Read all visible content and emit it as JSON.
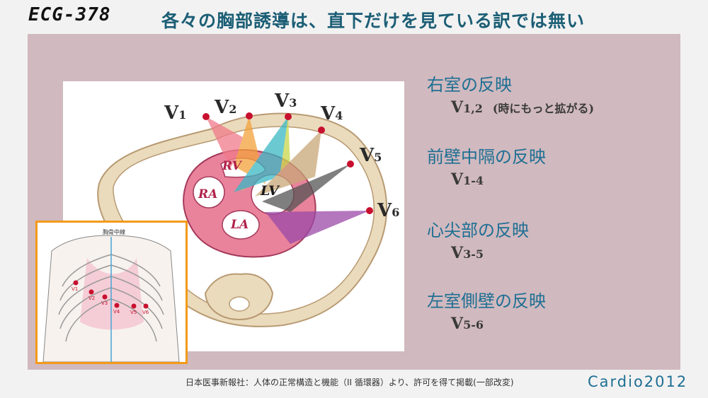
{
  "slide": {
    "id": "ECG-378",
    "title": "各々の胸部誘導は、直下だけを見ている訳では無い"
  },
  "diagram": {
    "leads": [
      {
        "label": "V",
        "sub": "1"
      },
      {
        "label": "V",
        "sub": "2"
      },
      {
        "label": "V",
        "sub": "3"
      },
      {
        "label": "V",
        "sub": "4"
      },
      {
        "label": "V",
        "sub": "5"
      },
      {
        "label": "V",
        "sub": "6"
      }
    ],
    "chambers": {
      "rv": "RV",
      "ra": "RA",
      "la": "LA",
      "lv": "LV"
    },
    "cone_colors": [
      "#f07a8a",
      "#f4a23c",
      "#c8d64a",
      "#3ab7c4",
      "#c9a878",
      "#555555",
      "#9b4aa8"
    ]
  },
  "inset": {
    "midline_label": "胸骨中線",
    "electrode_labels": [
      "V1",
      "V2",
      "V3",
      "V4",
      "V5",
      "V6"
    ]
  },
  "findings": [
    {
      "title": "右室の反映",
      "lead": "V",
      "sub": "1,2",
      "note": "(時にもっと拡がる)"
    },
    {
      "title": "前壁中隔の反映",
      "lead": "V",
      "sub": "1-4",
      "note": ""
    },
    {
      "title": "心尖部の反映",
      "lead": "V",
      "sub": "3-5",
      "note": ""
    },
    {
      "title": "左室側壁の反映",
      "lead": "V",
      "sub": "5-6",
      "note": ""
    }
  ],
  "footer": {
    "caption": "日本医事新報社：人体の正常構造と機能（II 循環器）より、許可を得て掲載(一部改変)",
    "brand": "Cardio2012"
  }
}
